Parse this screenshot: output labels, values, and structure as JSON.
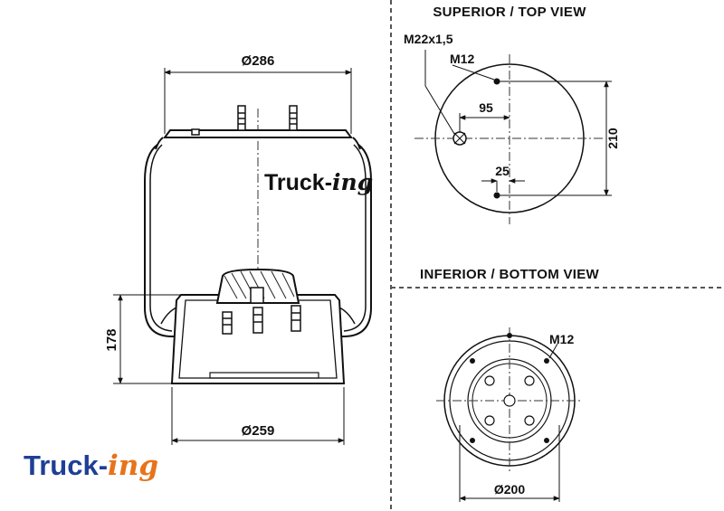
{
  "views": {
    "top_title": "SUPERIOR / TOP VIEW",
    "bottom_title": "INFERIOR / BOTTOM VIEW"
  },
  "side_view": {
    "top_diameter": "Ø286",
    "bottom_diameter": "Ø259",
    "height": "178",
    "brand_main": "Truck-",
    "brand_suffix": "ing"
  },
  "top_view": {
    "thread_label": "M22x1,5",
    "stud_label": "M12",
    "offset_95": "95",
    "offset_25": "25",
    "height_210": "210"
  },
  "bottom_view": {
    "stud_label": "M12",
    "diameter": "Ø200"
  },
  "logo": {
    "main": "Truck-",
    "suffix": "ing",
    "colors": {
      "main": "#1f3f95",
      "suffix": "#e8731a"
    }
  }
}
